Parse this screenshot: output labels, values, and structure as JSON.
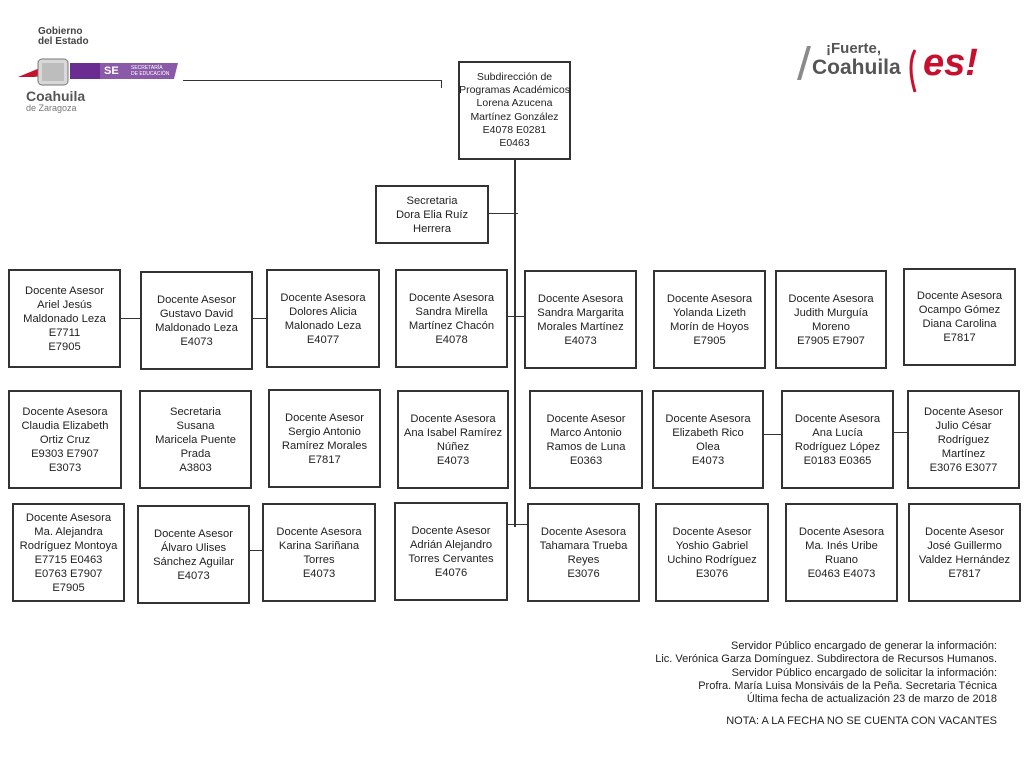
{
  "header": {
    "gov_line1": "Gobierno",
    "gov_line2": "del Estado",
    "state_name": "Coahuila",
    "state_sub": "de Zaragoza",
    "se_label": "SE",
    "se_text1": "SECRETARÍA",
    "se_text2": "DE EDUCACIÓN",
    "slogan_top": "¡Fuerte,",
    "slogan_main": "Coahuila",
    "slogan_es": "es!",
    "colors": {
      "brand_red": "#c8102e",
      "brand_purple": "#6b2c91",
      "brand_gray": "#8a8a8a"
    }
  },
  "top": {
    "lines": [
      "Subdirección de",
      "Programas Académicos",
      "Lorena Azucena",
      "Martínez González",
      "E4078      E0281",
      "E0463"
    ]
  },
  "secretary": {
    "lines": [
      "Secretaria",
      "Dora Elia Ruíz",
      "Herrera"
    ]
  },
  "row1": [
    {
      "lines": [
        "Docente Asesor",
        "Ariel Jesús",
        "Maldonado Leza",
        "E7711",
        "E7905"
      ]
    },
    {
      "lines": [
        "Docente Asesor",
        "Gustavo David",
        "Maldonado Leza",
        "E4073"
      ]
    },
    {
      "lines": [
        "Docente Asesora",
        "Dolores Alicia",
        "Malonado Leza",
        "E4077"
      ]
    },
    {
      "lines": [
        "Docente Asesora",
        "Sandra Mirella",
        "Martínez Chacón",
        "E4078"
      ]
    },
    {
      "lines": [
        "Docente Asesora",
        "Sandra Margarita",
        "Morales Martínez",
        "E4073"
      ]
    },
    {
      "lines": [
        "Docente  Asesora",
        "Yolanda Lizeth",
        "Morín de Hoyos",
        "E7905"
      ]
    },
    {
      "lines": [
        "Docente Asesora",
        "Judith Murguía",
        "Moreno",
        "E7905  E7907"
      ]
    },
    {
      "lines": [
        "Docente Asesora",
        "Ocampo Gómez",
        "Diana Carolina",
        "E7817"
      ]
    }
  ],
  "row2": [
    {
      "lines": [
        "Docente Asesora",
        "Claudia Elizabeth",
        "Ortiz Cruz",
        "E9303 E7907",
        "E3073"
      ]
    },
    {
      "lines": [
        "Secretaria",
        "Susana",
        "Maricela Puente",
        "Prada",
        "A3803"
      ]
    },
    {
      "lines": [
        "Docente Asesor",
        "Sergio Antonio",
        "Ramírez Morales",
        "E7817"
      ]
    },
    {
      "lines": [
        "Docente Asesora",
        "Ana Isabel Ramírez",
        "Núñez",
        "E4073"
      ]
    },
    {
      "lines": [
        "Docente Asesor",
        "Marco Antonio",
        "Ramos de Luna",
        "E0363"
      ]
    },
    {
      "lines": [
        "Docente Asesora",
        "Elizabeth Rico",
        "Olea",
        "E4073"
      ]
    },
    {
      "lines": [
        "Docente Asesora",
        "Ana Lucía",
        "Rodríguez López",
        "E0183   E0365"
      ]
    },
    {
      "lines": [
        "Docente Asesor",
        "Julio César",
        "Rodríguez",
        "Martínez",
        "E3076   E3077"
      ]
    }
  ],
  "row3": [
    {
      "lines": [
        "Docente Asesora",
        "Ma. Alejandra",
        "Rodríguez Montoya",
        "E7715  E0463",
        "E0763  E7907",
        "E7905"
      ]
    },
    {
      "lines": [
        "Docente Asesor",
        "Álvaro Ulises",
        "Sánchez Aguilar",
        "E4073"
      ]
    },
    {
      "lines": [
        "Docente Asesora",
        "Karina Sariñana",
        "Torres",
        "E4073"
      ]
    },
    {
      "lines": [
        "Docente Asesor",
        "Adrián Alejandro",
        "Torres Cervantes",
        "E4076"
      ]
    },
    {
      "lines": [
        "Docente Asesora",
        "Tahamara Trueba",
        "Reyes",
        "E3076"
      ]
    },
    {
      "lines": [
        "Docente Asesor",
        "Yoshio Gabriel",
        "Uchino Rodríguez",
        "E3076"
      ]
    },
    {
      "lines": [
        "Docente Asesora",
        "Ma. Inés Uribe",
        "Ruano",
        "E0463 E4073"
      ]
    },
    {
      "lines": [
        "Docente Asesor",
        "José Guillermo",
        "Valdez Hernández",
        "E7817"
      ]
    }
  ],
  "footer": {
    "lines": [
      "Servidor Público encargado de generar la información:",
      "Lic. Verónica Garza Domínguez. Subdirectora de Recursos Humanos.",
      "Servidor Público encargado de solicitar la información:",
      "Profra. María Luisa Monsiváis de la Peña. Secretaria Técnica",
      "Última fecha de actualización 23 de marzo de 2018"
    ],
    "note": "NOTA: A LA FECHA NO SE CUENTA CON VACANTES"
  }
}
